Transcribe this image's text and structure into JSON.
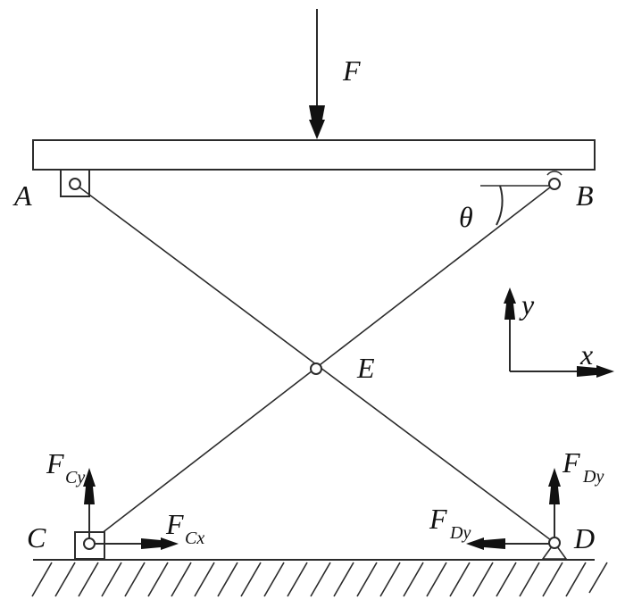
{
  "labels": {
    "force_main": "F",
    "point_a": "A",
    "point_b": "B",
    "point_c": "C",
    "point_d": "D",
    "point_e": "E",
    "angle": "θ",
    "axis_x": "x",
    "axis_y": "y"
  },
  "forces": {
    "fcy": {
      "main": "F",
      "sub": "Cy"
    },
    "fcx": {
      "main": "F",
      "sub": "Cx"
    },
    "fdy_up": {
      "main": "F",
      "sub": "Dy"
    },
    "fdy_left": {
      "main": "F",
      "sub": "Dy"
    }
  }
}
